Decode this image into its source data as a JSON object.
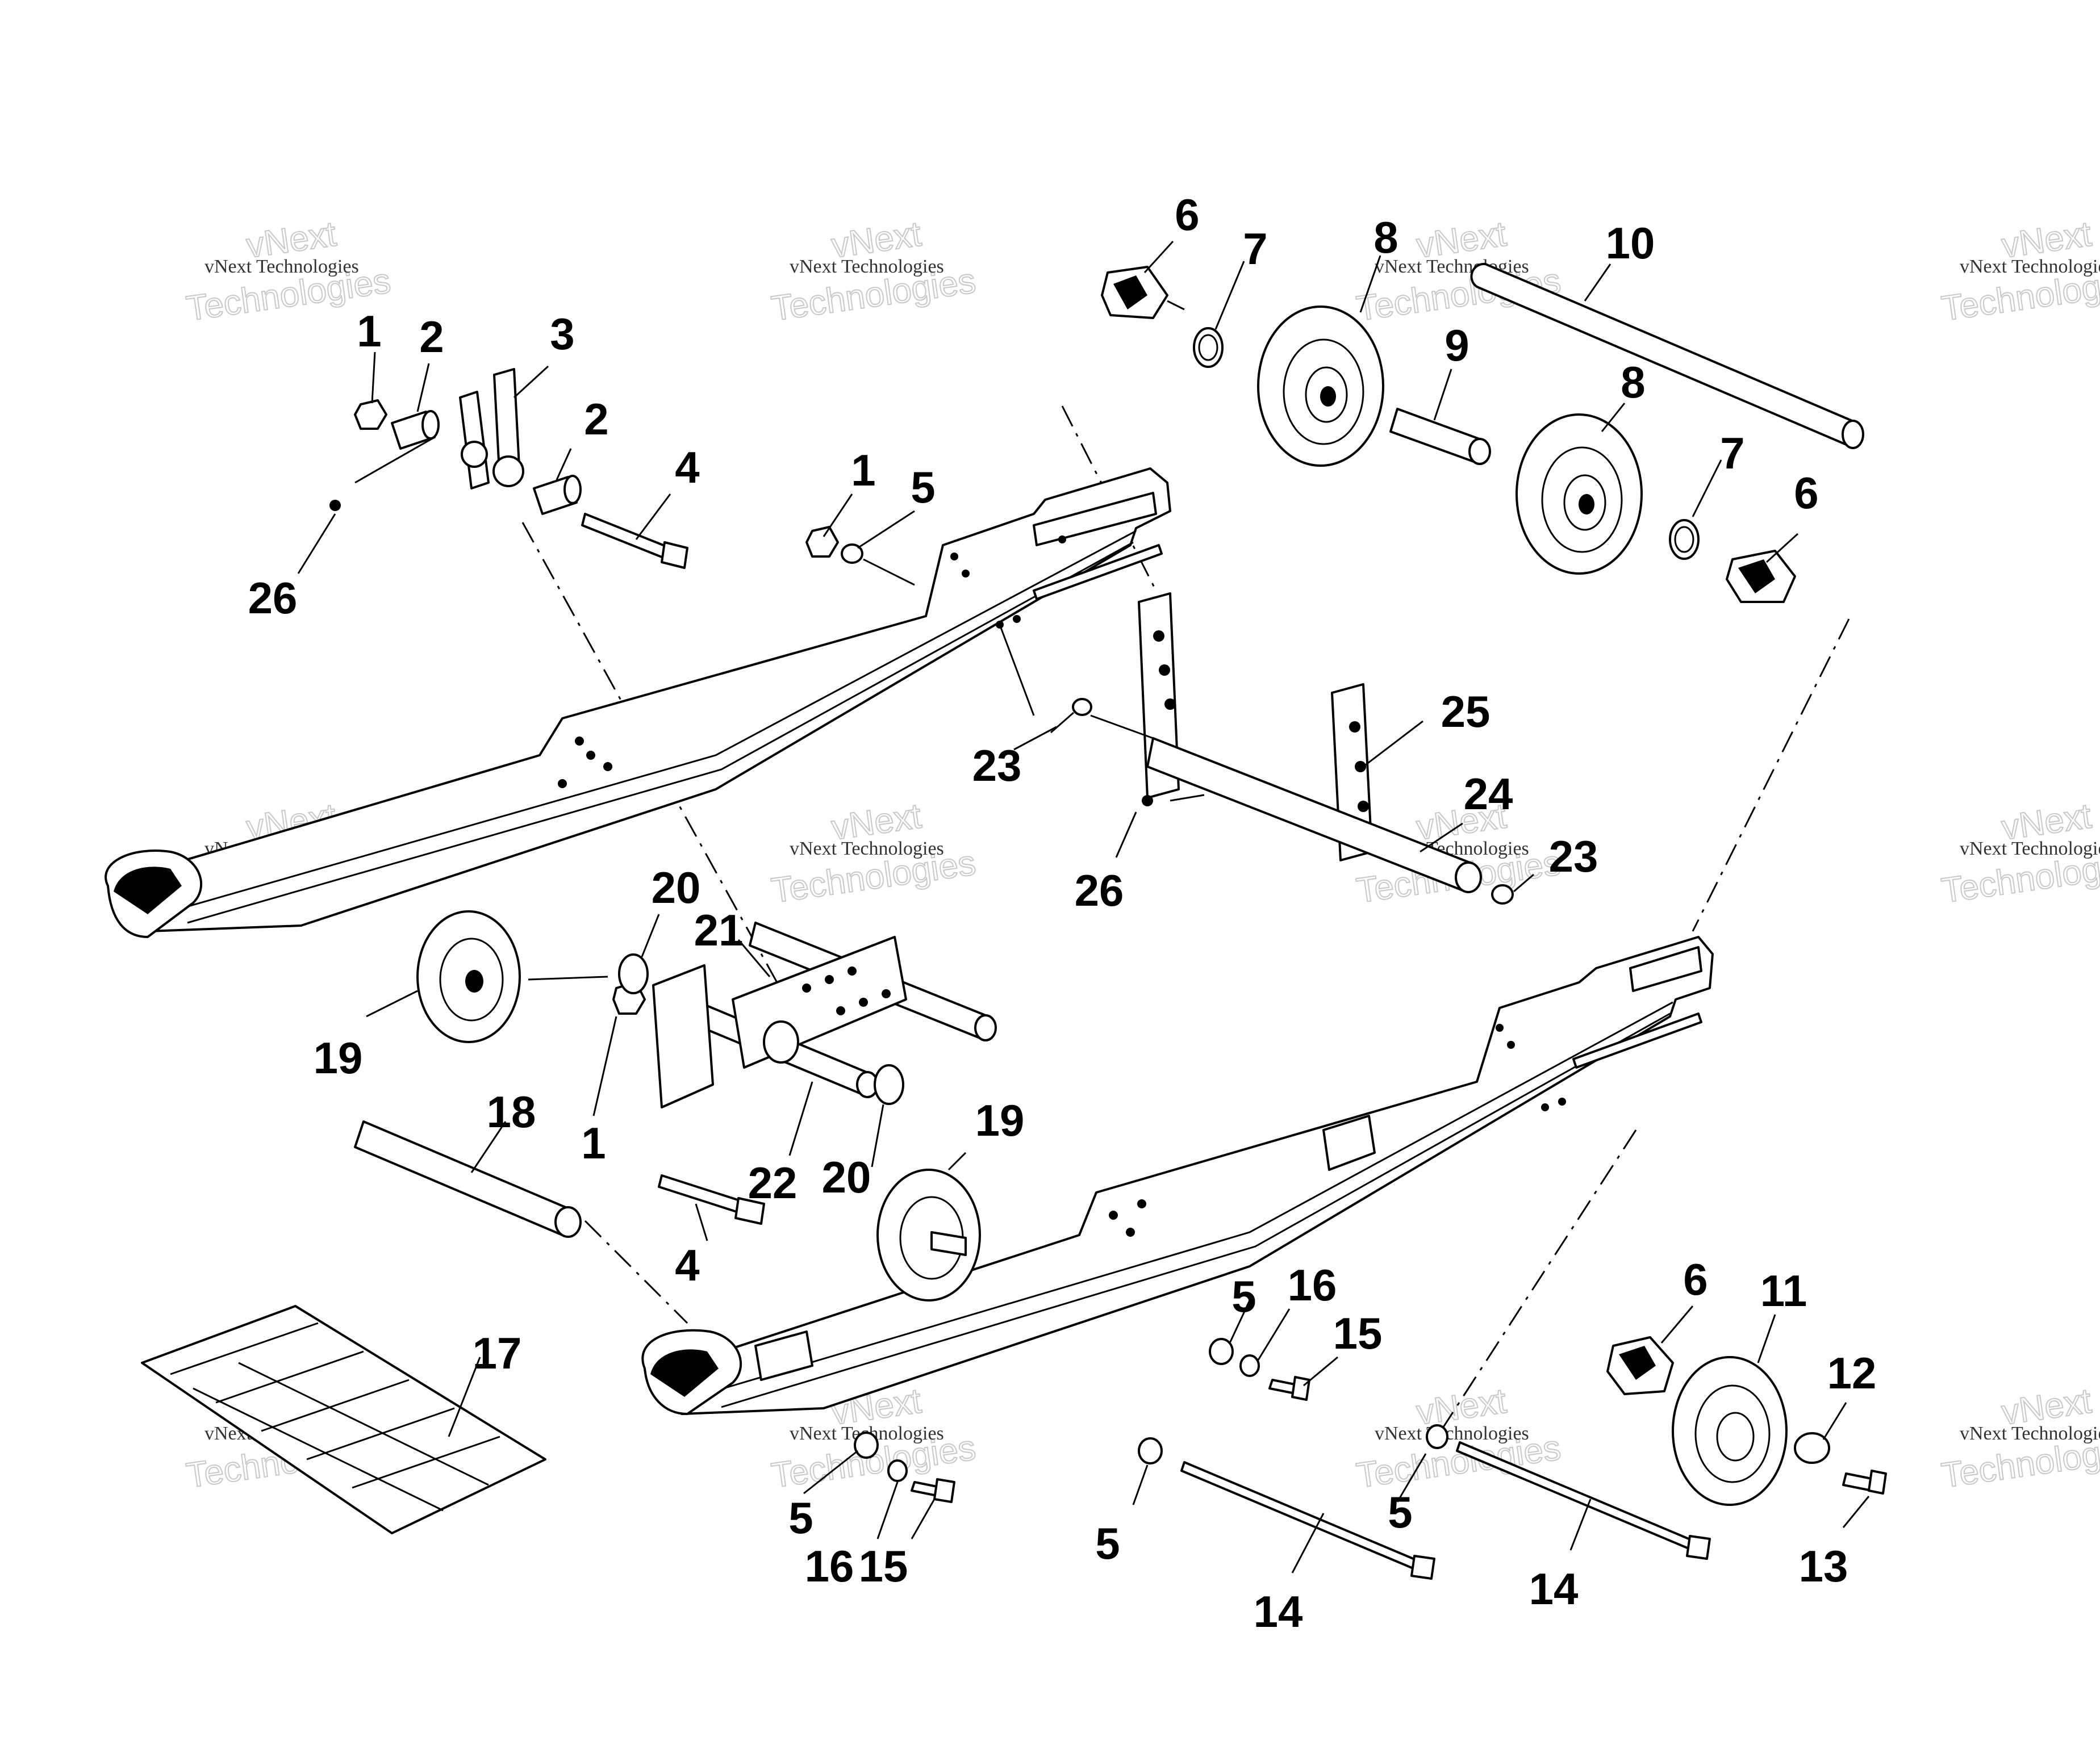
{
  "callouts": [
    {
      "id": "c1a",
      "text": "1"
    },
    {
      "id": "c2a",
      "text": "2"
    },
    {
      "id": "c3",
      "text": "3"
    },
    {
      "id": "c2b",
      "text": "2"
    },
    {
      "id": "c4a",
      "text": "4"
    },
    {
      "id": "c26a",
      "text": "26"
    },
    {
      "id": "c1b",
      "text": "1"
    },
    {
      "id": "c5a",
      "text": "5"
    },
    {
      "id": "c6a",
      "text": "6"
    },
    {
      "id": "c7a",
      "text": "7"
    },
    {
      "id": "c8a",
      "text": "8"
    },
    {
      "id": "c9",
      "text": "9"
    },
    {
      "id": "c10",
      "text": "10"
    },
    {
      "id": "c8b",
      "text": "8"
    },
    {
      "id": "c7b",
      "text": "7"
    },
    {
      "id": "c6b",
      "text": "6"
    },
    {
      "id": "c25",
      "text": "25"
    },
    {
      "id": "c23a",
      "text": "23"
    },
    {
      "id": "c24",
      "text": "24"
    },
    {
      "id": "c23b",
      "text": "23"
    },
    {
      "id": "c26b",
      "text": "26"
    },
    {
      "id": "c20a",
      "text": "20"
    },
    {
      "id": "c21",
      "text": "21"
    },
    {
      "id": "c19a",
      "text": "19"
    },
    {
      "id": "c1c",
      "text": "1"
    },
    {
      "id": "c22",
      "text": "22"
    },
    {
      "id": "c20b",
      "text": "20"
    },
    {
      "id": "c19b",
      "text": "19"
    },
    {
      "id": "c18",
      "text": "18"
    },
    {
      "id": "c4b",
      "text": "4"
    },
    {
      "id": "c17",
      "text": "17"
    },
    {
      "id": "c5b",
      "text": "5"
    },
    {
      "id": "c16a",
      "text": "16"
    },
    {
      "id": "c15a",
      "text": "15"
    },
    {
      "id": "c6c",
      "text": "6"
    },
    {
      "id": "c11",
      "text": "11"
    },
    {
      "id": "c12",
      "text": "12"
    },
    {
      "id": "c5c",
      "text": "5"
    },
    {
      "id": "c16b",
      "text": "16"
    },
    {
      "id": "c15b",
      "text": "15"
    },
    {
      "id": "c5d",
      "text": "5"
    },
    {
      "id": "c5e",
      "text": "5"
    },
    {
      "id": "c14a",
      "text": "14"
    },
    {
      "id": "c14b",
      "text": "14"
    },
    {
      "id": "c13",
      "text": "13"
    }
  ],
  "watermark": {
    "line1": "vNext Technologies",
    "line2a": "vNext",
    "line2b": "Technologies"
  }
}
